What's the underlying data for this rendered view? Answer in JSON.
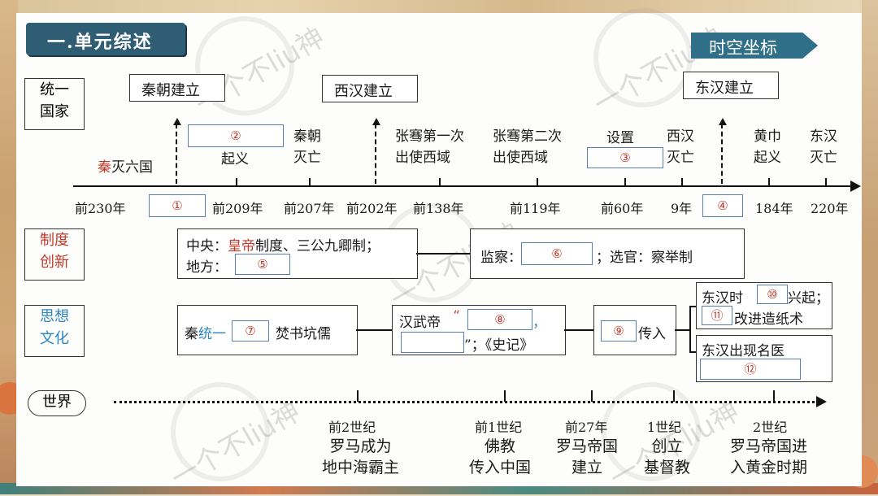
{
  "header": {
    "title": "一.单元综述",
    "badge": "时空坐标"
  },
  "side_labels": {
    "unify": "统一\n国家",
    "system": "制度\n创新",
    "thought": "思想\n文化",
    "world": "世界"
  },
  "events": {
    "qin": "秦朝建立",
    "western_han": "西汉建立",
    "eastern_han": "东汉建立"
  },
  "timeline": {
    "annex": {
      "accent": "秦",
      "rest": "灭六国"
    },
    "uprising_suffix": "起义",
    "qin_fall": "秦朝\n灭亡",
    "zhangqian1": "张骞第一次\n出使西域",
    "zhangqian2": "张骞第二次\n出使西域",
    "set_up": "设置",
    "west_fall": "西汉\n灭亡",
    "yellow_turban": "黄巾\n起义",
    "east_fall": "东汉\n灭亡",
    "years": [
      "前230年",
      "前209年",
      "前207年",
      "前202年",
      "前138年",
      "前119年",
      "前60年",
      "9年",
      "184年",
      "220年"
    ]
  },
  "blanks": [
    "①",
    "②",
    "③",
    "④",
    "⑤",
    "⑥",
    "⑦",
    "⑧",
    "⑨",
    "⑩",
    "⑪",
    "⑫"
  ],
  "system": {
    "central_prefix": "中央：",
    "central_accent": "皇帝",
    "central_rest": "制度、三公九卿制；",
    "local": "地方：",
    "supervise": "监察：",
    "official": "；选官：察举制"
  },
  "thought": {
    "qin_prefix": "秦",
    "qin_accent": "统一",
    "qin_suffix": "、焚书坑儒",
    "han_prefix": "汉武帝",
    "open_quote": "“",
    "comma": "，",
    "close_quote": "”；《史记》",
    "spread": "传入",
    "eh_time_a": "东汉时",
    "eh_time_b": "兴起；",
    "paper": "改进造纸术",
    "doctor": "东汉出现名医"
  },
  "world": {
    "items": [
      {
        "date": "前2世纪",
        "text": "罗马成为\n地中海霸主"
      },
      {
        "date": "前1世纪",
        "text": "佛教\n传入中国"
      },
      {
        "date": "前27年",
        "text": "罗马帝国\n建立"
      },
      {
        "date": "1世纪",
        "text": "创立\n基督教"
      },
      {
        "date": "2世纪",
        "text": "罗马帝国进\n入黄金时期"
      }
    ]
  },
  "colors": {
    "accent_red": "#c0392b",
    "accent_blue": "#2e86c1",
    "banner": "#2f5d73"
  },
  "watermark": "一个不liu神"
}
